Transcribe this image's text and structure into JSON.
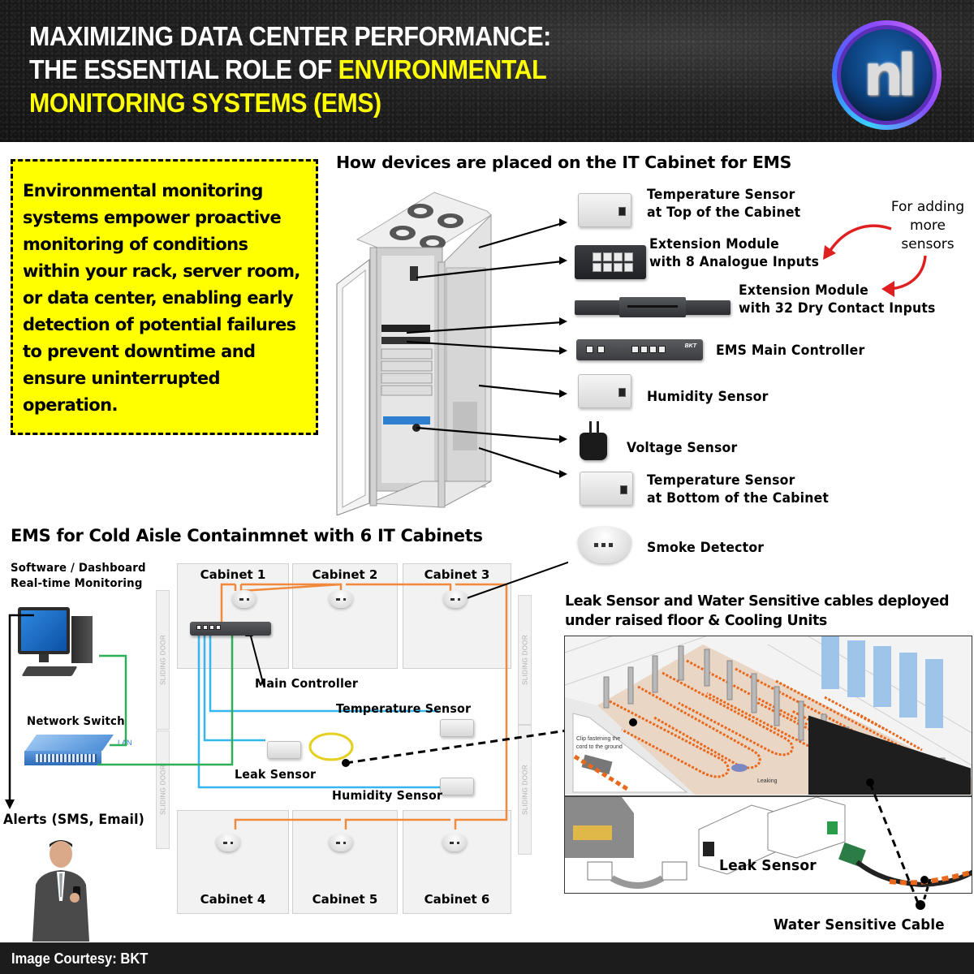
{
  "header": {
    "title_line1": "MAXIMIZING DATA CENTER PERFORMANCE:",
    "title_line2_white": "THE ESSENTIAL ROLE OF ",
    "title_line2_yellow": "ENVIRONMENTAL",
    "title_line3_yellow": "MONITORING SYSTEMS (EMS)",
    "logo_text": "nl",
    "colors": {
      "title": "#ffffff",
      "highlight": "#ffff00",
      "background": "#1a1a1a"
    }
  },
  "intro": {
    "text": "Environmental monitoring systems empower proactive monitoring of conditions within your rack, server room, or data center, enabling early detection of potential failures to prevent downtime and ensure uninterrupted operation.",
    "background_color": "#ffff00"
  },
  "cabinet_section": {
    "title": "How devices are placed on the IT Cabinet for EMS",
    "devices": [
      {
        "icon": "temperature-sensor-icon",
        "label_line1": "Temperature Sensor",
        "label_line2": "at Top of the Cabinet"
      },
      {
        "icon": "extension-module-8-icon",
        "label_line1": "Extension Module",
        "label_line2": "with 8 Analogue Inputs"
      },
      {
        "icon": "extension-module-32-icon",
        "label_line1": "Extension Module",
        "label_line2": "with 32 Dry Contact Inputs"
      },
      {
        "icon": "ems-controller-icon",
        "label_line1": "EMS Main Controller",
        "label_line2": ""
      },
      {
        "icon": "humidity-sensor-icon",
        "label_line1": "Humidity Sensor",
        "label_line2": ""
      },
      {
        "icon": "voltage-sensor-icon",
        "label_line1": "Voltage Sensor",
        "label_line2": ""
      },
      {
        "icon": "temperature-sensor-icon",
        "label_line1": "Temperature Sensor",
        "label_line2": "at Bottom of the Cabinet"
      },
      {
        "icon": "smoke-detector-icon",
        "label_line1": "Smoke Detector",
        "label_line2": ""
      }
    ],
    "annotation": {
      "line1": "For adding",
      "line2": "more",
      "line3": "sensors",
      "color": "#e02020"
    }
  },
  "cac_section": {
    "title": "EMS for Cold Aisle Containmnet with 6 IT Cabinets",
    "software_label_line1": "Software / Dashboard",
    "software_label_line2": "Real-time Monitoring",
    "network_switch_label": "Network Switch",
    "lan_label": "LAN",
    "alerts_label": "Alerts (SMS, Email)",
    "sliding_door_label": "SLIDING DOOR",
    "cabinets": [
      {
        "label": "Cabinet 1"
      },
      {
        "label": "Cabinet 2"
      },
      {
        "label": "Cabinet 3"
      },
      {
        "label": "Cabinet 4"
      },
      {
        "label": "Cabinet 5"
      },
      {
        "label": "Cabinet 6"
      }
    ],
    "main_controller_label": "Main Controller",
    "temperature_sensor_label": "Temperature Sensor",
    "leak_sensor_label": "Leak Sensor",
    "humidity_sensor_label": "Humidity Sensor",
    "wire_colors": {
      "smoke_loop": "#f08a3c",
      "sensor": "#35b6ee",
      "network": "#2fae5a"
    }
  },
  "leak_section": {
    "title_line1": "Leak Sensor and Water Sensitive cables deployed",
    "title_line2": "under raised floor & Cooling Units",
    "clip_caption_line1": "Clip fastening the",
    "clip_caption_line2": "cord to the ground",
    "leaking_caption": "Leaking",
    "leak_sensor_label": "Leak Sensor",
    "water_cable_label": "Water Sensitive Cable"
  },
  "footer": {
    "text": "Image Courtesy: BKT"
  }
}
